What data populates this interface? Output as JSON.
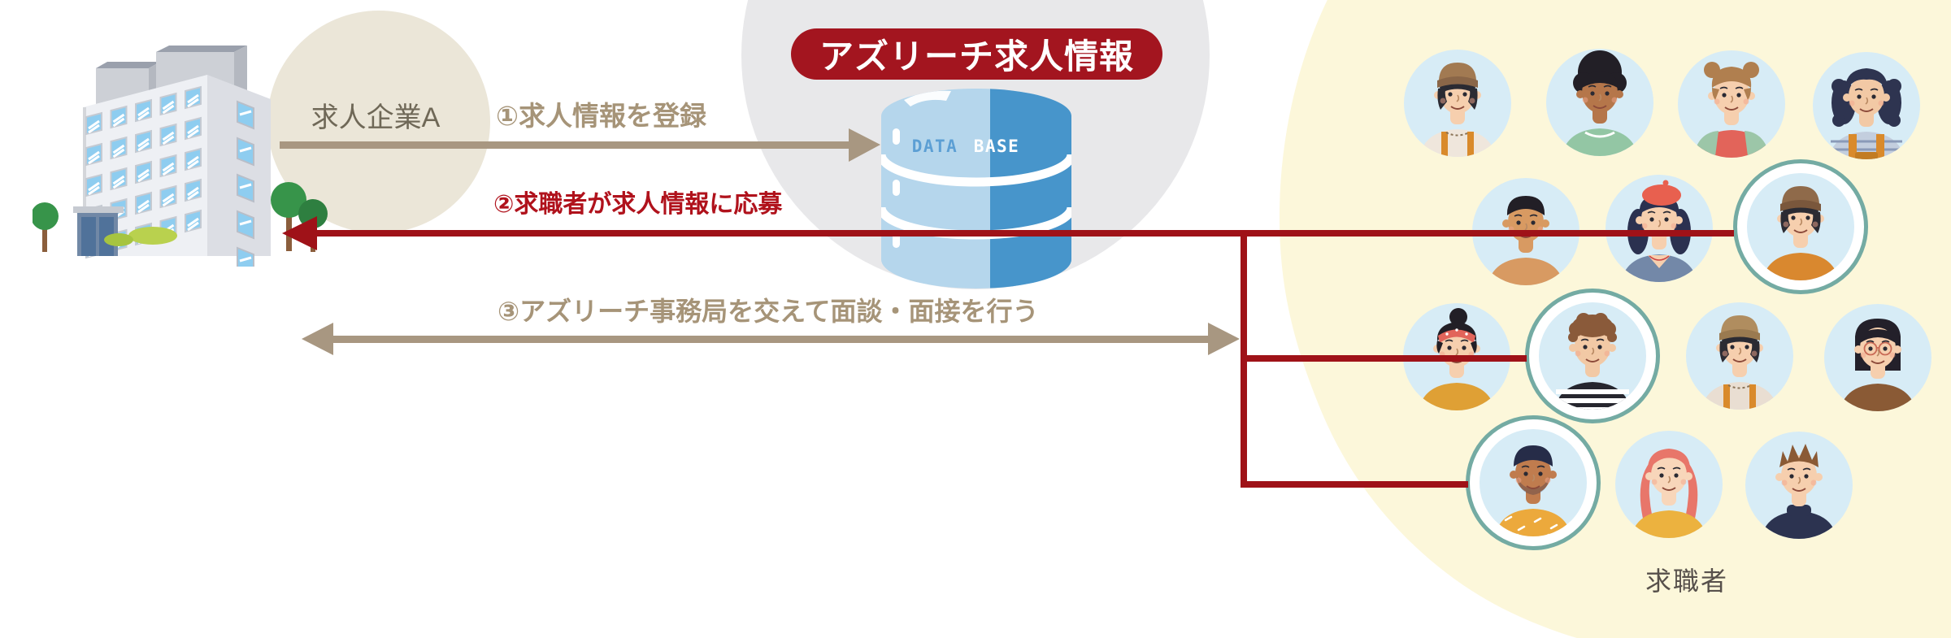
{
  "service_badge": {
    "label": "アズリーチ求人情報"
  },
  "company": {
    "label": "求人企業A"
  },
  "database": {
    "label_left": "DATA",
    "label_right": "BASE"
  },
  "steps": [
    {
      "label": "①求人情報を登録",
      "color": "#a69478",
      "arrow": "company-to-database"
    },
    {
      "label": "②求職者が求人情報に応募",
      "color": "#b0121c",
      "arrow": "job-seekers-to-company"
    },
    {
      "label": "③アズリーチ事務局を交えて面談・面接を行う",
      "color": "#a69478",
      "arrow": "company-and-job-seekers-bidirectional"
    }
  ],
  "job_seekers": {
    "label": "求職者",
    "avatars": [
      {
        "id": "man-beanie",
        "description": "young man with brown beanie and suspenders",
        "highlighted": false,
        "feature": "beanie",
        "skin": "#f6cfae",
        "hair": "#2b2b33",
        "hat": "#a27a52",
        "hat2": "#8a6648",
        "shirt": "#efe6dc",
        "detail": "suspenders"
      },
      {
        "id": "man-afro",
        "description": "man with tall black afro hair and mint shirt",
        "highlighted": false,
        "feature": "afro",
        "skin": "#b5764a",
        "hair": "#221f26",
        "shirt": "#93c6a4",
        "detail": "collar"
      },
      {
        "id": "woman-hair-buns",
        "description": "woman with double hair buns, green jacket over red top",
        "highlighted": false,
        "feature": "buns",
        "skin": "#f6cfae",
        "hair": "#b07f4f",
        "shirt": "#e2645a",
        "jacket": "#9cc6a8",
        "detail": "jacket"
      },
      {
        "id": "woman-curly-overalls",
        "description": "woman with long dark curly hair and orange overalls",
        "highlighted": false,
        "feature": "curlylong",
        "skin": "#f2c9a5",
        "hair": "#2e3450",
        "shirt": "#c3cede",
        "detail": "straps"
      },
      {
        "id": "man-shirtless",
        "description": "man with short black curly hair, bare shoulders",
        "highlighted": false,
        "feature": "shirtless",
        "skin": "#d89a62",
        "hair": "#221f26",
        "shirt": "#d89a62",
        "detail": "none"
      },
      {
        "id": "woman-red-beret",
        "description": "woman with red beret and long navy wavy hair",
        "highlighted": false,
        "feature": "beret",
        "skin": "#f6cfae",
        "hair": "#2b3150",
        "hat": "#e8604f",
        "shirt": "#7388a8",
        "detail": "vneck"
      },
      {
        "id": "man-beanie-orange",
        "description": "highlighted man with brown beanie and orange shirt",
        "highlighted": true,
        "feature": "beanie",
        "skin": "#f6cfae",
        "hair": "#2b2b33",
        "hat": "#8f6a4a",
        "hat2": "#7a573c",
        "shirt": "#d9882f",
        "detail": "none"
      },
      {
        "id": "woman-headband-bun",
        "description": "woman with red polka-dot headband, black bun, mustard top",
        "highlighted": false,
        "feature": "headband",
        "skin": "#f6cfae",
        "hair": "#221f26",
        "hat": "#e2645a",
        "shirt": "#dfa035",
        "detail": "none"
      },
      {
        "id": "man-curly-striped",
        "description": "highlighted man with curly brown hair and black striped shirt",
        "highlighted": true,
        "feature": "curlyshort",
        "skin": "#f2c9a5",
        "hair": "#8a5a3a",
        "shirt": "#26262e",
        "detail": "whitestripes"
      },
      {
        "id": "man-tan-beanie",
        "description": "man with tan beanie, cream top with suspenders",
        "highlighted": false,
        "feature": "beanie",
        "skin": "#f6cfae",
        "hair": "#2b2b33",
        "hat": "#b08d5f",
        "hat2": "#9a7a50",
        "shirt": "#e9ded2",
        "detail": "suspenders"
      },
      {
        "id": "woman-bob-glasses",
        "description": "woman with black bob, bangs and round glasses, brown sweater",
        "highlighted": false,
        "feature": "bobglasses",
        "skin": "#f6cfae",
        "hair": "#23202a",
        "shirt": "#8a5a35",
        "detail": "none"
      },
      {
        "id": "man-beard-yellow",
        "description": "highlighted man with dark hair, stubble beard, yellow patterned shirt",
        "highlighted": true,
        "feature": "beard",
        "skin": "#c07c4e",
        "hair": "#262c48",
        "shirt": "#eca93c",
        "detail": "dashes"
      },
      {
        "id": "woman-pink-hair",
        "description": "woman with long pink hair and yellow sweater",
        "highlighted": false,
        "feature": "pinklong",
        "skin": "#f8d6ba",
        "hair": "#e8766a",
        "shirt": "#ecb23f",
        "detail": "none"
      },
      {
        "id": "man-spiky-turtleneck",
        "description": "man with spiky brown hair and navy turtleneck",
        "highlighted": false,
        "feature": "spiky",
        "skin": "#f6cfae",
        "hair": "#8a5a35",
        "shirt": "#2c3350",
        "detail": "turtleneck"
      }
    ]
  },
  "colors": {
    "tan_arrow": "#a89781",
    "tan_text": "#a69478",
    "red_arrow": "#9f1218",
    "red_text": "#b0121c",
    "badge_bg": "#a3151f",
    "avatar_bg": "#d7ecf6",
    "ring": "#74aba3",
    "company_circle": "#ebe6d8",
    "database_circle": "#e8e8ea",
    "job_seekers_blob": "#fcf7da",
    "db_light": "#b5d6ec",
    "db_dark": "#4795cb"
  }
}
